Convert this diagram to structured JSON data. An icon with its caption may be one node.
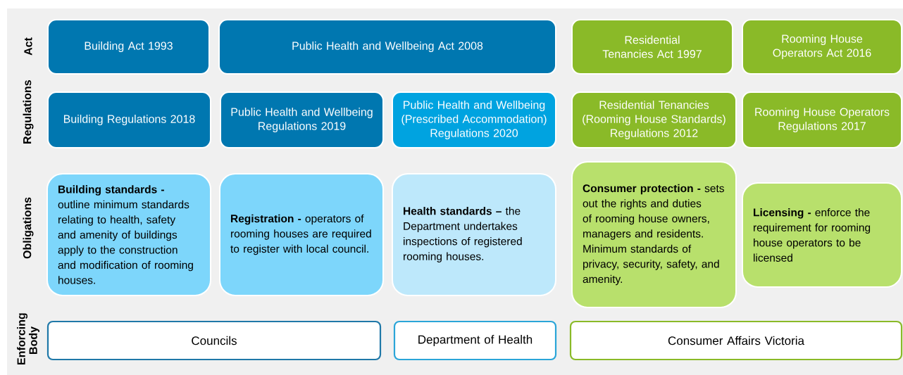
{
  "diagram": {
    "nodes": [
      {
        "text": [
          "Building Act 1993"
        ]
      },
      {
        "text": [
          "Public Health and Wellbeing Act 2008"
        ]
      },
      {
        "text": [
          "Residential Tenancies Act 1997"
        ]
      },
      {
        "text": [
          "Rooming House Operators Act 2016"
        ]
      },
      {
        "text": [
          "Building Regulations  2018"
        ]
      },
      {
        "text": [
          "Public Health and Wellbeing Regulations 2019"
        ]
      },
      {
        "text": [
          "Public Health and Wellbeing (Prescribed Accommodation) Regulations 2020"
        ]
      },
      {
        "text": [
          "Residential Tenancies (Rooming House Standards) Regulations 2012"
        ]
      },
      {
        "text": [
          "Rooming House Operators Regulations 2017"
        ]
      },
      {
        "text": [
          "**Building standards -** outline minimum standards relating to health, safety and amenity of buildings apply to the construction and modification of rooming houses."
        ]
      },
      {
        "text": [
          "**Registration -** operators of rooming houses are required to register with local council."
        ]
      },
      {
        "text": [
          "**Health standards –** the Department undertakes inspections of registered rooming houses."
        ]
      },
      {
        "text": [
          "**Consumer protection -** sets out the rights and duties of rooming house owners, managers and residents. Minimum standards of privacy, security, safety, and amenity."
        ]
      },
      {
        "text": [
          "**Licensing -** enforce the requirement for rooming house operators to be licensed"
        ]
      },
      {
        "text": [
          "Councils"
        ]
      },
      {
        "text": [
          "Department of Health"
        ]
      },
      {
        "text": [
          "Consumer Affairs Victoria"
        ]
      }
    ],
    "labels": [
      "Act",
      "Regulations",
      "Obligations",
      "Enforcing Body"
    ]
  }
}
